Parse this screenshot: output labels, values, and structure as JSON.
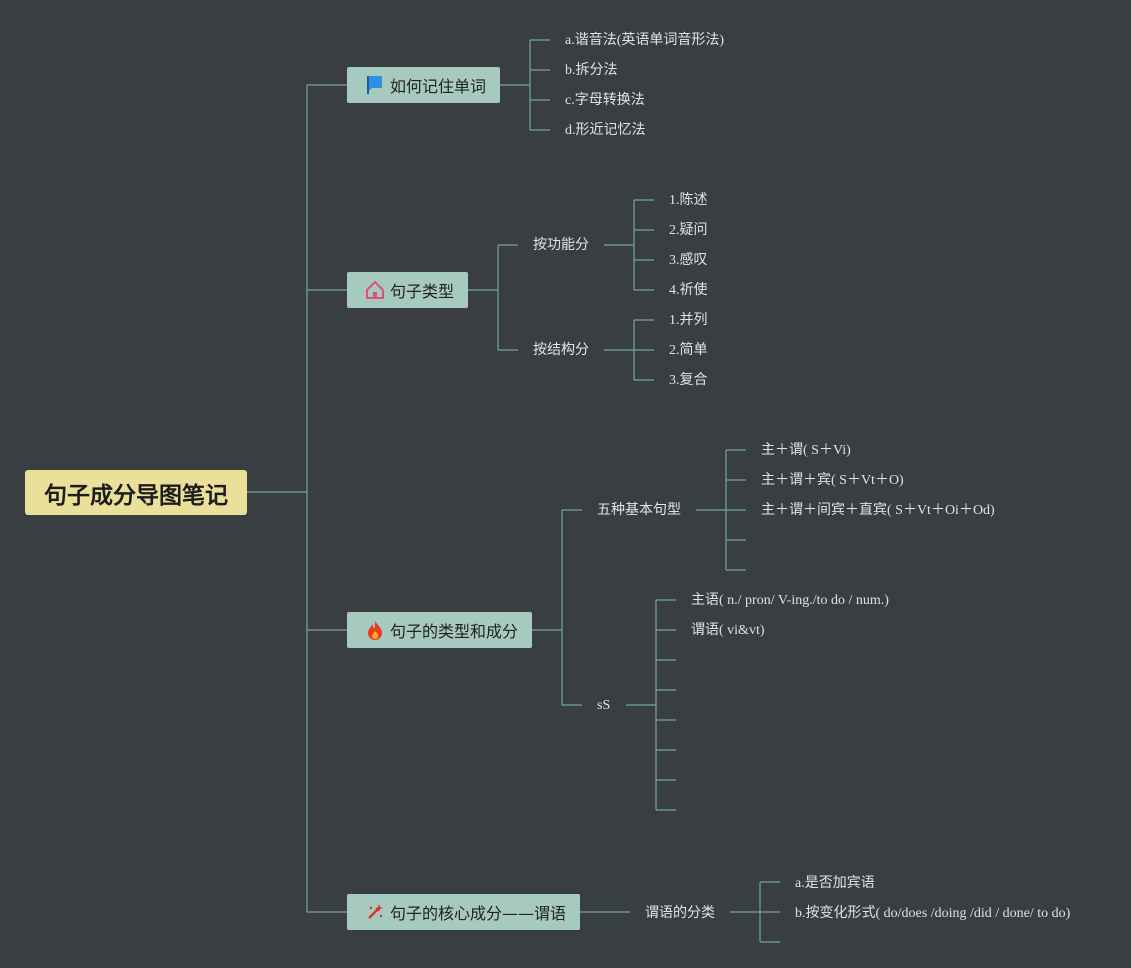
{
  "root": {
    "title": "句子成分导图笔记"
  },
  "branches": [
    {
      "label": "如何记住单词",
      "icon": "flag-icon",
      "leaves": [
        "a.谐音法(英语单词音形法)",
        "b.拆分法",
        "c.字母转换法",
        "d.形近记忆法"
      ]
    },
    {
      "label": "句子类型",
      "icon": "home-icon",
      "subs": [
        {
          "label": "按功能分",
          "leaves": [
            "1.陈述",
            "2.疑问",
            "3.感叹",
            "4.祈使"
          ]
        },
        {
          "label": "按结构分",
          "leaves": [
            "1.并列",
            "2.简单",
            "3.复合"
          ]
        }
      ]
    },
    {
      "label": "句子的类型和成分",
      "icon": "fire-icon",
      "subs": [
        {
          "label": "五种基本句型",
          "leaves": [
            "主＋谓( S＋Vi)",
            "主＋谓＋宾( S＋Vt＋O)",
            "主＋谓＋间宾＋直宾( S＋Vt＋Oi＋Od)",
            "",
            ""
          ]
        },
        {
          "label": "sS",
          "leaves": [
            "主语( n./ pron/ V-ing./to do / num.)",
            "谓语( vi&vt)",
            "",
            "",
            "",
            "",
            "",
            ""
          ]
        }
      ]
    },
    {
      "label": "句子的核心成分——谓语",
      "icon": "magic-wand-icon",
      "subs": [
        {
          "label": "谓语的分类",
          "leaves": [
            "a.是否加宾语",
            "b.按变化形式( do/does /doing /did / done/ to do)",
            ""
          ]
        }
      ]
    }
  ],
  "colors": {
    "background": "#393e41",
    "root": "#ebe09a",
    "branch": "#a6c9c0",
    "connector": "#6fa99a"
  }
}
